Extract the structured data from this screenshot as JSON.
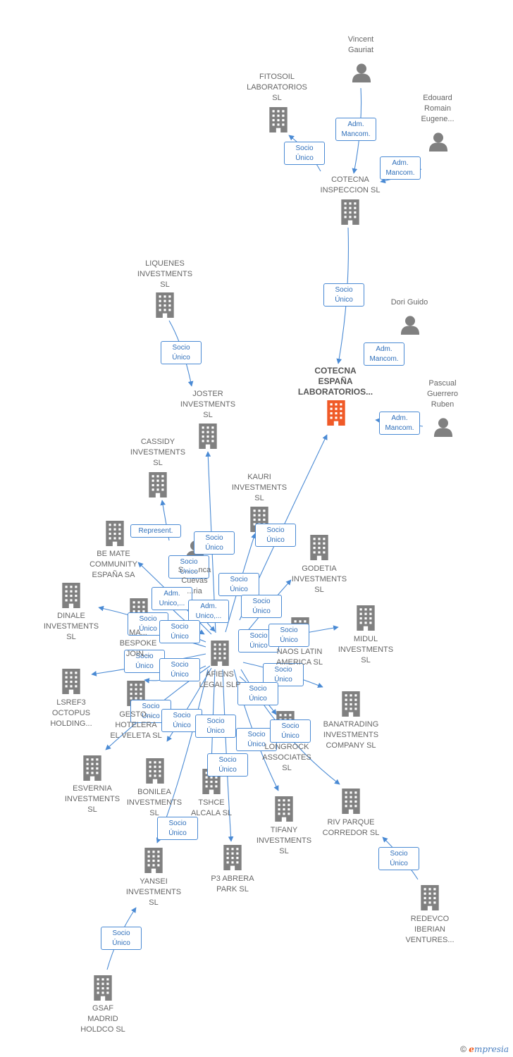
{
  "colors": {
    "node": "#808080",
    "main_node": "#f05a28",
    "edge": "#4a8ad4",
    "label": "#666666"
  },
  "nodes": [
    {
      "id": "fitosoil",
      "label": "FITOSOIL\nLABORATORIOS\nSL",
      "type": "company"
    },
    {
      "id": "vincent",
      "label": "Vincent\nGauriat",
      "type": "person"
    },
    {
      "id": "edouard",
      "label": "Edouard\nRomain\nEugene...",
      "type": "person"
    },
    {
      "id": "cotecna_insp",
      "label": "COTECNA\nINSPECCION SL",
      "type": "company"
    },
    {
      "id": "liquenes",
      "label": "LIQUENES\nINVESTMENTS\nSL",
      "type": "company"
    },
    {
      "id": "dori",
      "label": "Dori Guido",
      "type": "person"
    },
    {
      "id": "cotecna_esp",
      "label": "COTECNA\nESPAÑA\nLABORATORIOS...",
      "type": "main"
    },
    {
      "id": "pascual",
      "label": "Pascual\nGuerrero\nRuben",
      "type": "person"
    },
    {
      "id": "joster",
      "label": "JOSTER\nINVESTMENTS\nSL",
      "type": "company"
    },
    {
      "id": "cassidy",
      "label": "CASSIDY\nINVESTMENTS\nSL",
      "type": "company"
    },
    {
      "id": "kauri",
      "label": "KAURI\nINVESTMENTS\nSL",
      "type": "company"
    },
    {
      "id": "bemate",
      "label": "BE MATE\nCOMMUNITY\nESPAÑA SA",
      "type": "company"
    },
    {
      "id": "salvador",
      "label": "S... ...nca\nCuevas\n...ria",
      "type": "person"
    },
    {
      "id": "godetia",
      "label": "GODETIA\nINVESTMENTS\nSL",
      "type": "company"
    },
    {
      "id": "dinale",
      "label": "DINALE\nINVESTMENTS\nSL",
      "type": "company"
    },
    {
      "id": "bespoke",
      "label": "MA...\nBESPOKE\nJOIN...",
      "type": "company"
    },
    {
      "id": "naos",
      "label": "NAOS LATIN\nAMERICA  SL",
      "type": "company"
    },
    {
      "id": "midul",
      "label": "MIDUL\nINVESTMENTS\nSL",
      "type": "company"
    },
    {
      "id": "afiens",
      "label": "AFIENS\nLEGAL  SLP",
      "type": "company"
    },
    {
      "id": "lsref3",
      "label": "LSREF3\nOCTOPUS\nHOLDING...",
      "type": "company"
    },
    {
      "id": "gestora",
      "label": "GESTO...\nHOTELERA\nEL VELETA  SL",
      "type": "company"
    },
    {
      "id": "banatrading",
      "label": "BANATRADING\nINVESTMENTS\nCOMPANY  SL",
      "type": "company"
    },
    {
      "id": "longrock",
      "label": "LONGROCK\nASSOCIATES\nSL",
      "type": "company"
    },
    {
      "id": "esvernia",
      "label": "ESVERNIA\nINVESTMENTS\nSL",
      "type": "company"
    },
    {
      "id": "bonilea",
      "label": "BONILEA\nINVESTMENTS\nSL",
      "type": "company"
    },
    {
      "id": "tshce",
      "label": "TSHCE\nALCALA  SL",
      "type": "company"
    },
    {
      "id": "tifany",
      "label": "TIFANY\nINVESTMENTS\nSL",
      "type": "company"
    },
    {
      "id": "rivparque",
      "label": "RIV PARQUE\nCORREDOR  SL",
      "type": "company"
    },
    {
      "id": "yansei",
      "label": "YANSEI\nINVESTMENTS\nSL",
      "type": "company"
    },
    {
      "id": "p3abrera",
      "label": "P3 ABRERA\nPARK  SL",
      "type": "company"
    },
    {
      "id": "redevco",
      "label": "REDEVCO\nIBERIAN\nVENTURES...",
      "type": "company"
    },
    {
      "id": "gsaf",
      "label": "GSAF\nMADRID\nHOLDCO  SL",
      "type": "company"
    }
  ],
  "edges": [
    {
      "from": "cotecna_insp",
      "to": "fitosoil",
      "label": "Socio\nÚnico"
    },
    {
      "from": "vincent",
      "to": "cotecna_insp",
      "label": "Adm.\nMancom."
    },
    {
      "from": "edouard",
      "to": "cotecna_insp",
      "label": "Adm.\nMancom."
    },
    {
      "from": "cotecna_insp",
      "to": "cotecna_esp",
      "label": "Socio\nÚnico"
    },
    {
      "from": "dori",
      "to": "cotecna_esp",
      "label": "Adm.\nMancom."
    },
    {
      "from": "pascual",
      "to": "cotecna_esp",
      "label": "Adm.\nMancom."
    },
    {
      "from": "liquenes",
      "to": "joster",
      "label": "Socio\nÚnico"
    },
    {
      "from": "afiens",
      "to": "joster",
      "label": "Socio\nÚnico"
    },
    {
      "from": "salvador",
      "to": "cassidy",
      "label": "Represent."
    },
    {
      "from": "afiens",
      "to": "cotecna_esp",
      "label": "Socio\nÚnico"
    },
    {
      "from": "afiens",
      "to": "kauri",
      "label": "Socio\nÚnico"
    },
    {
      "from": "afiens",
      "to": "bemate",
      "label": "Socio\nÚnico"
    },
    {
      "from": "salvador",
      "to": "afiens",
      "label": "Adm.\nUnico,..."
    },
    {
      "from": "salvador",
      "to": "afiens",
      "label": "Adm.\nUnico,..."
    },
    {
      "from": "afiens",
      "to": "godetia",
      "label": "Socio\nÚnico"
    },
    {
      "from": "afiens",
      "to": "dinale",
      "label": "Socio\nÚnico"
    },
    {
      "from": "afiens",
      "to": "bespoke",
      "label": "Socio\nÚnico"
    },
    {
      "from": "afiens",
      "to": "naos",
      "label": "Socio\nÚnico"
    },
    {
      "from": "afiens",
      "to": "midul",
      "label": "Socio\nÚnico"
    },
    {
      "from": "afiens",
      "to": "lsref3",
      "label": "Socio\nÚnico"
    },
    {
      "from": "afiens",
      "to": "gestora",
      "label": "Socio\nÚnico"
    },
    {
      "from": "afiens",
      "to": "banatrading",
      "label": "Socio\nÚnico"
    },
    {
      "from": "afiens",
      "to": "longrock",
      "label": "Socio\nÚnico"
    },
    {
      "from": "afiens",
      "to": "esvernia",
      "label": "Socio\nÚnico"
    },
    {
      "from": "afiens",
      "to": "bonilea",
      "label": "Socio\nÚnico"
    },
    {
      "from": "afiens",
      "to": "tshce",
      "label": "Socio\nÚnico"
    },
    {
      "from": "afiens",
      "to": "tifany",
      "label": "Socio\nÚnico"
    },
    {
      "from": "afiens",
      "to": "rivparque",
      "label": "Socio\nÚnico"
    },
    {
      "from": "afiens",
      "to": "yansei",
      "label": "Socio\nÚnico"
    },
    {
      "from": "afiens",
      "to": "p3abrera",
      "label": "Socio\nÚnico"
    },
    {
      "from": "redevco",
      "to": "rivparque",
      "label": "Socio\nÚnico"
    },
    {
      "from": "gsaf",
      "to": "yansei",
      "label": "Socio\nÚnico"
    }
  ],
  "footer": {
    "copyright": "©",
    "brand_initial": "e",
    "brand_rest": "mpresia"
  }
}
